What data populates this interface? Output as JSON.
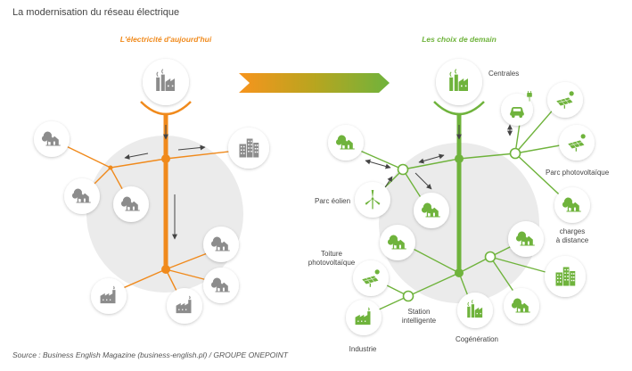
{
  "title": "La modernisation du réseau électrique",
  "left_panel": {
    "subtitle": "L'électricité d'aujourd'hui"
  },
  "right_panel": {
    "subtitle": "Les choix de demain",
    "labels": {
      "centrales": "Centrales",
      "parc_photovoltaique": "Parc photovoltaïque",
      "charges_line1": "charges",
      "charges_line2": "à distance",
      "parc_eolien": "Parc éolien",
      "toiture_line1": "Toiture",
      "toiture_line2": "photovoltaïque",
      "station_line1": "Station",
      "station_line2": "intelligente",
      "cogeneration": "Cogénération",
      "industrie": "Industrie"
    }
  },
  "source": "Source : Business English Magazine (business-english.pl) / GROUPE ONEPOINT",
  "colors": {
    "orange": "#f08a1c",
    "green": "#6fb33c",
    "gray_icon": "#8c8c8c",
    "green_icon": "#6fb33c",
    "bg_circle": "#ebebeb"
  }
}
